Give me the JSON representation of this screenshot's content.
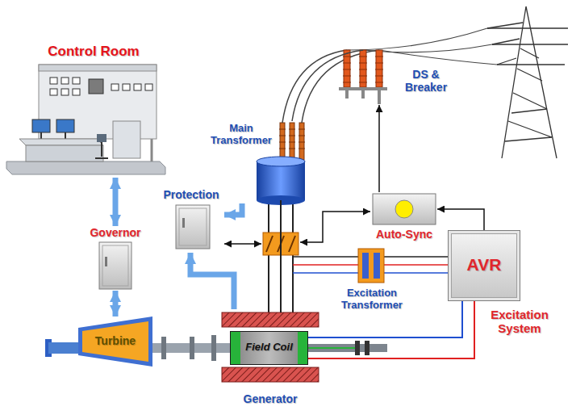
{
  "diagram": {
    "nodes": [
      {
        "text": [
          "Control Room"
        ]
      },
      {
        "text": [
          "Main Transformer"
        ]
      },
      {
        "text": [
          "DS & Breaker"
        ]
      },
      {
        "text": [
          "Protection"
        ]
      },
      {
        "text": [
          "Governor"
        ]
      },
      {
        "text": [
          "Auto-Sync"
        ]
      },
      {
        "text": [
          "AVR"
        ]
      },
      {
        "text": [
          "Excitation Transformer"
        ]
      },
      {
        "text": [
          "Turbine"
        ]
      },
      {
        "text": [
          "Generator"
        ]
      },
      {
        "text": [
          "Field Coil"
        ],
        "in": 9
      }
    ],
    "edges": [
      {
        "from": 0,
        "to": 4,
        "arrow": "both"
      },
      {
        "from": 4,
        "to": 8,
        "arrow": "both"
      },
      {
        "from": 1,
        "to": 3,
        "arrow": "to"
      },
      {
        "from": 9,
        "to": 3,
        "arrow": "to"
      },
      {
        "from": 1,
        "to": 2,
        "arrow": "none"
      },
      {
        "from": 1,
        "to": 9,
        "arrow": "none"
      },
      {
        "from": 5,
        "to": 2,
        "arrow": "to"
      },
      {
        "from": 6,
        "to": 5,
        "arrow": "to"
      },
      {
        "from": 7,
        "to": 6,
        "arrow": "none"
      },
      {
        "from": 6,
        "to": 10,
        "arrow": "none"
      }
    ],
    "labels": [
      "Excitation System"
    ]
  }
}
